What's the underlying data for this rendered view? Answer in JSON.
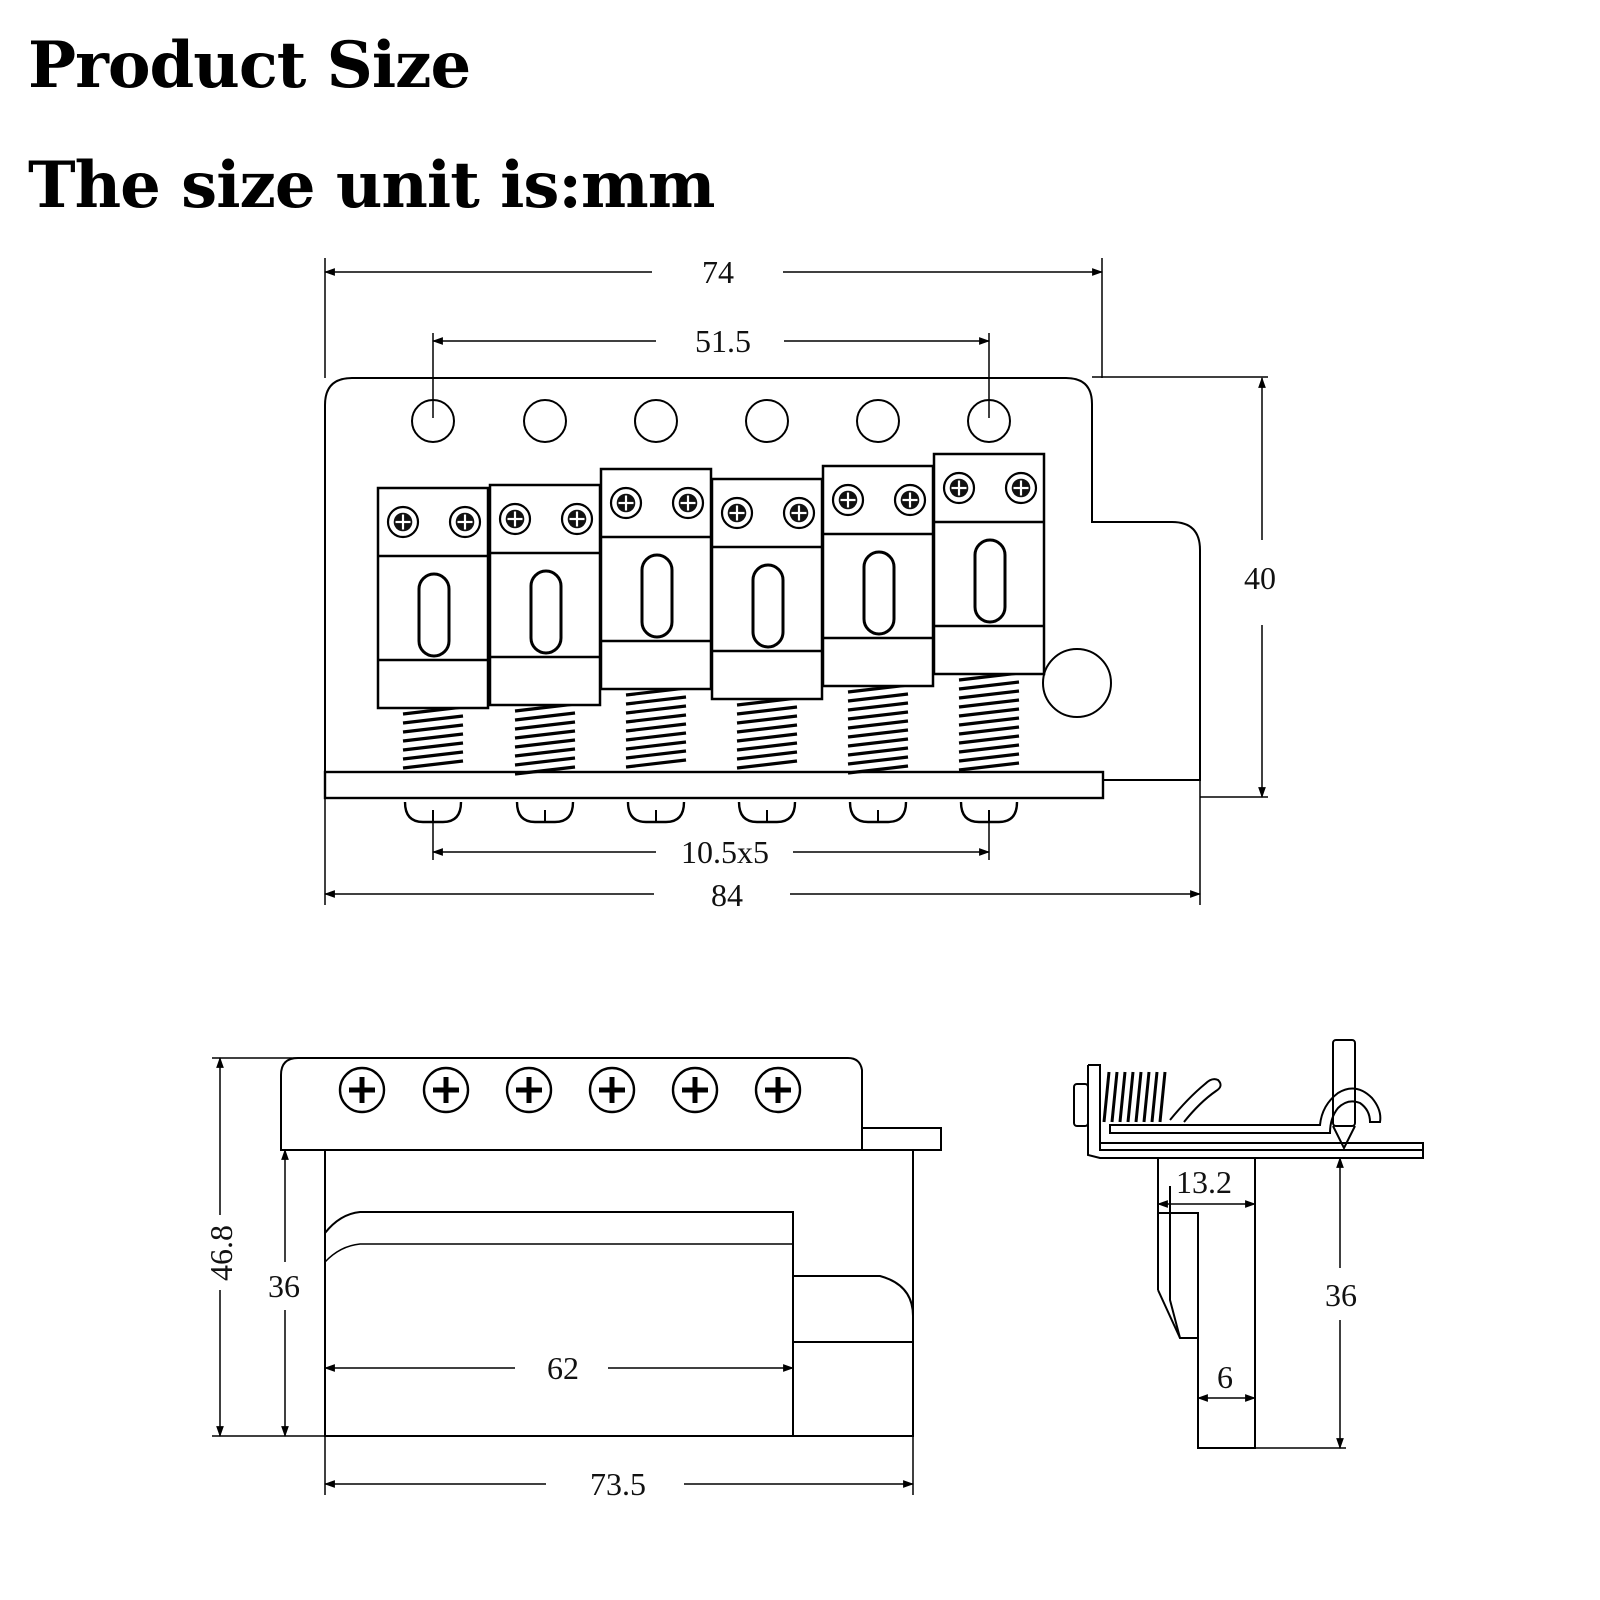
{
  "heading": {
    "title": "Product Size",
    "unit_line": "The size unit is:mm"
  },
  "top_view": {
    "overall_length_top": "74",
    "hole_span": "51.5",
    "height": "40",
    "saddle_spacing": "10.5x5",
    "overall_length_bottom": "84"
  },
  "front_view": {
    "overall_height": "46.8",
    "block_height": "36",
    "block_width": "62",
    "overall_width": "73.5"
  },
  "side_view": {
    "block_depth": "13.2",
    "block_height": "36",
    "wall_thickness": "6"
  }
}
